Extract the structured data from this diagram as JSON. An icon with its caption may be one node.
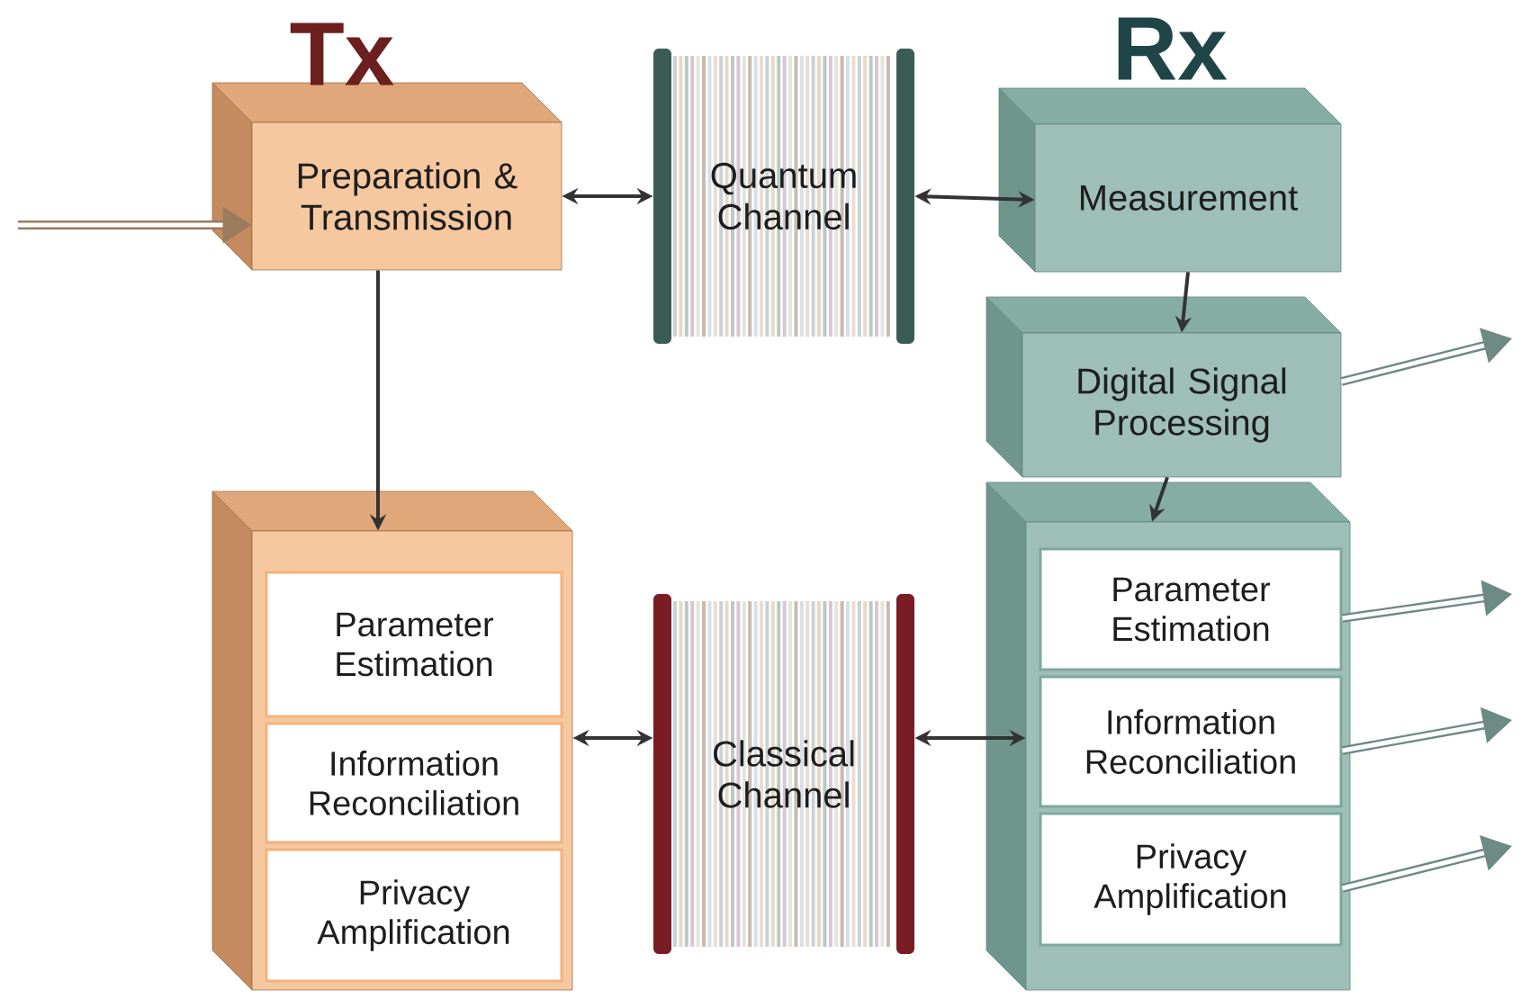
{
  "diagram": {
    "nodes": [
      {
        "text": [
          "Tx",
          "Preparation & Transmission"
        ]
      },
      {
        "text": [
          "Quantum Channel"
        ]
      },
      {
        "text": [
          "Rx",
          "Measurement"
        ]
      },
      {
        "text": [
          "Digital Signal Processing"
        ]
      },
      {
        "text": [],
        "shape": "box"
      },
      {
        "text": [
          "Parameter Estimation"
        ],
        "in": 4
      },
      {
        "text": [
          "Information Reconciliation"
        ],
        "in": 4
      },
      {
        "text": [
          "Privacy Amplification"
        ],
        "in": 4
      },
      {
        "text": [
          "Classical Channel"
        ]
      },
      {
        "text": [],
        "shape": "box"
      },
      {
        "text": [
          "Parameter Estimation"
        ],
        "in": 9
      },
      {
        "text": [
          "Information Reconciliation"
        ],
        "in": 9
      },
      {
        "text": [
          "Privacy Amplification"
        ],
        "in": 9
      }
    ],
    "edges": [
      {
        "from": null,
        "to": 0,
        "arrow": "to",
        "style": "thick",
        "color": "#9c7a5c"
      },
      {
        "from": 0,
        "to": 1,
        "arrow": "both"
      },
      {
        "from": 1,
        "to": 2,
        "arrow": "both"
      },
      {
        "from": 2,
        "to": 3,
        "arrow": "to"
      },
      {
        "from": 3,
        "to": 9,
        "arrow": "to"
      },
      {
        "from": 0,
        "to": 4,
        "arrow": "to"
      },
      {
        "from": 4,
        "to": 8,
        "arrow": "both"
      },
      {
        "from": 8,
        "to": 9,
        "arrow": "both"
      },
      {
        "from": 3,
        "to": null,
        "arrow": "to",
        "style": "thick",
        "color": "#6e8a84"
      },
      {
        "from": 10,
        "to": null,
        "arrow": "to",
        "style": "thick",
        "color": "#6e8a84"
      },
      {
        "from": 11,
        "to": null,
        "arrow": "to",
        "style": "thick",
        "color": "#6e8a84"
      },
      {
        "from": 12,
        "to": null,
        "arrow": "to",
        "style": "thick",
        "color": "#6e8a84"
      }
    ]
  }
}
